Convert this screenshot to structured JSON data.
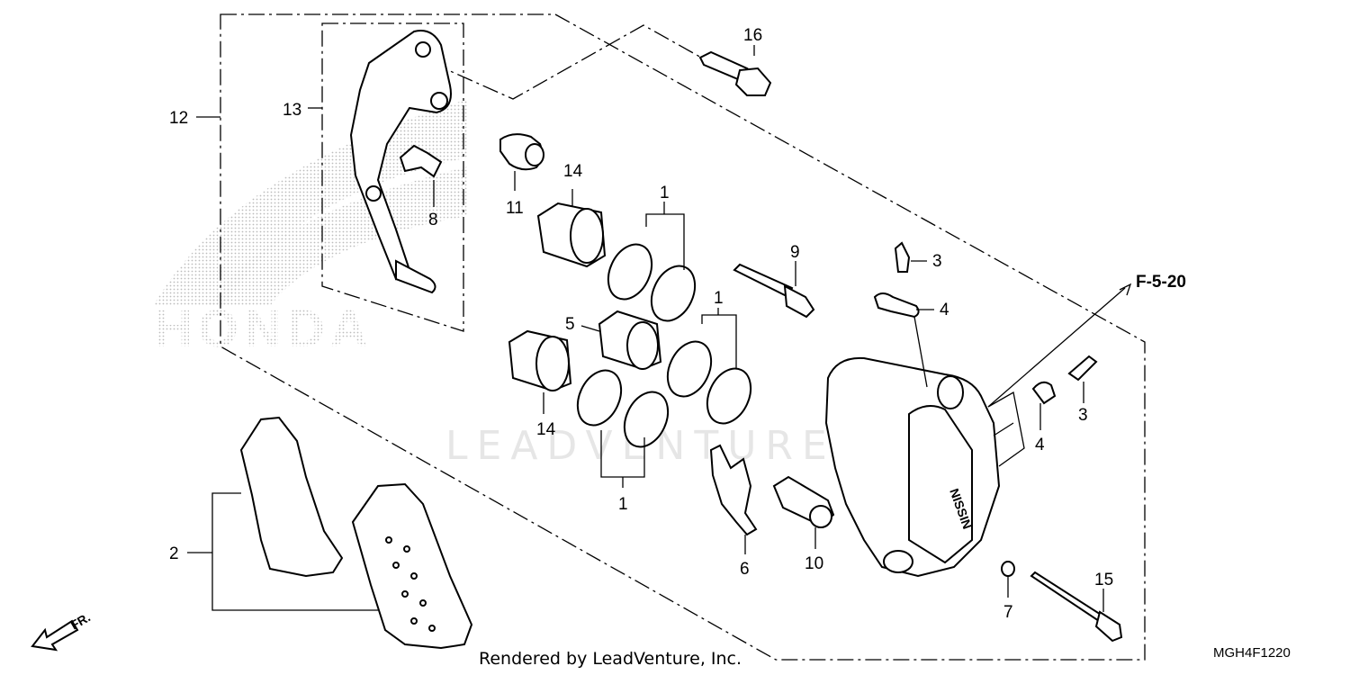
{
  "watermarks": {
    "brand": "HONDA",
    "vendor": "LEADVENTURE"
  },
  "callouts": {
    "c1a": "1",
    "c1b": "1",
    "c1c": "1",
    "c2": "2",
    "c3a": "3",
    "c3b": "3",
    "c4a": "4",
    "c4b": "4",
    "c5": "5",
    "c6": "6",
    "c7": "7",
    "c8": "8",
    "c9": "9",
    "c10": "10",
    "c11": "11",
    "c12": "12",
    "c13": "13",
    "c14a": "14",
    "c14b": "14",
    "c15": "15",
    "c16": "16"
  },
  "reference": "F-5-20",
  "direction_label": "FR.",
  "footer": {
    "rendered_by": "Rendered by LeadVenture, Inc.",
    "diagram_code": "MGH4F1220"
  },
  "caliper_brand": "NISSIN"
}
